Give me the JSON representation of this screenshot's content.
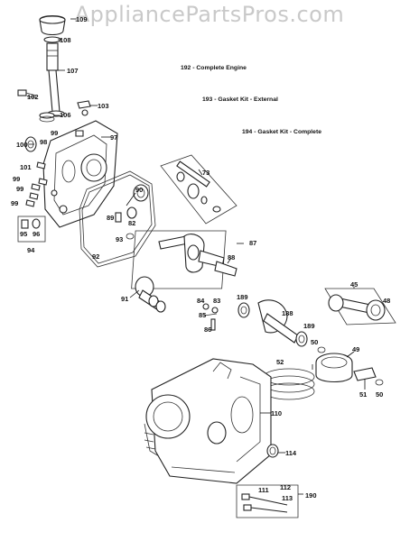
{
  "watermark": "AppliancePartsPros.com",
  "kits": [
    {
      "text": "192 - Complete Engine"
    },
    {
      "text": "193 - Gasket Kit - External"
    },
    {
      "text": "194 - Gasket Kit - Complete"
    }
  ],
  "callouts": [
    "109",
    "108",
    "107",
    "102",
    "103",
    "106",
    "100",
    "98",
    "99",
    "97",
    "101",
    "99",
    "99",
    "99",
    "95",
    "96",
    "94",
    "90",
    "89",
    "82",
    "93",
    "92",
    "73",
    "87",
    "88",
    "91",
    "84",
    "83",
    "85",
    "86",
    "189",
    "188",
    "189",
    "45",
    "48",
    "49",
    "50",
    "52",
    "51",
    "50",
    "110",
    "114",
    "111",
    "112",
    "113",
    "190"
  ]
}
